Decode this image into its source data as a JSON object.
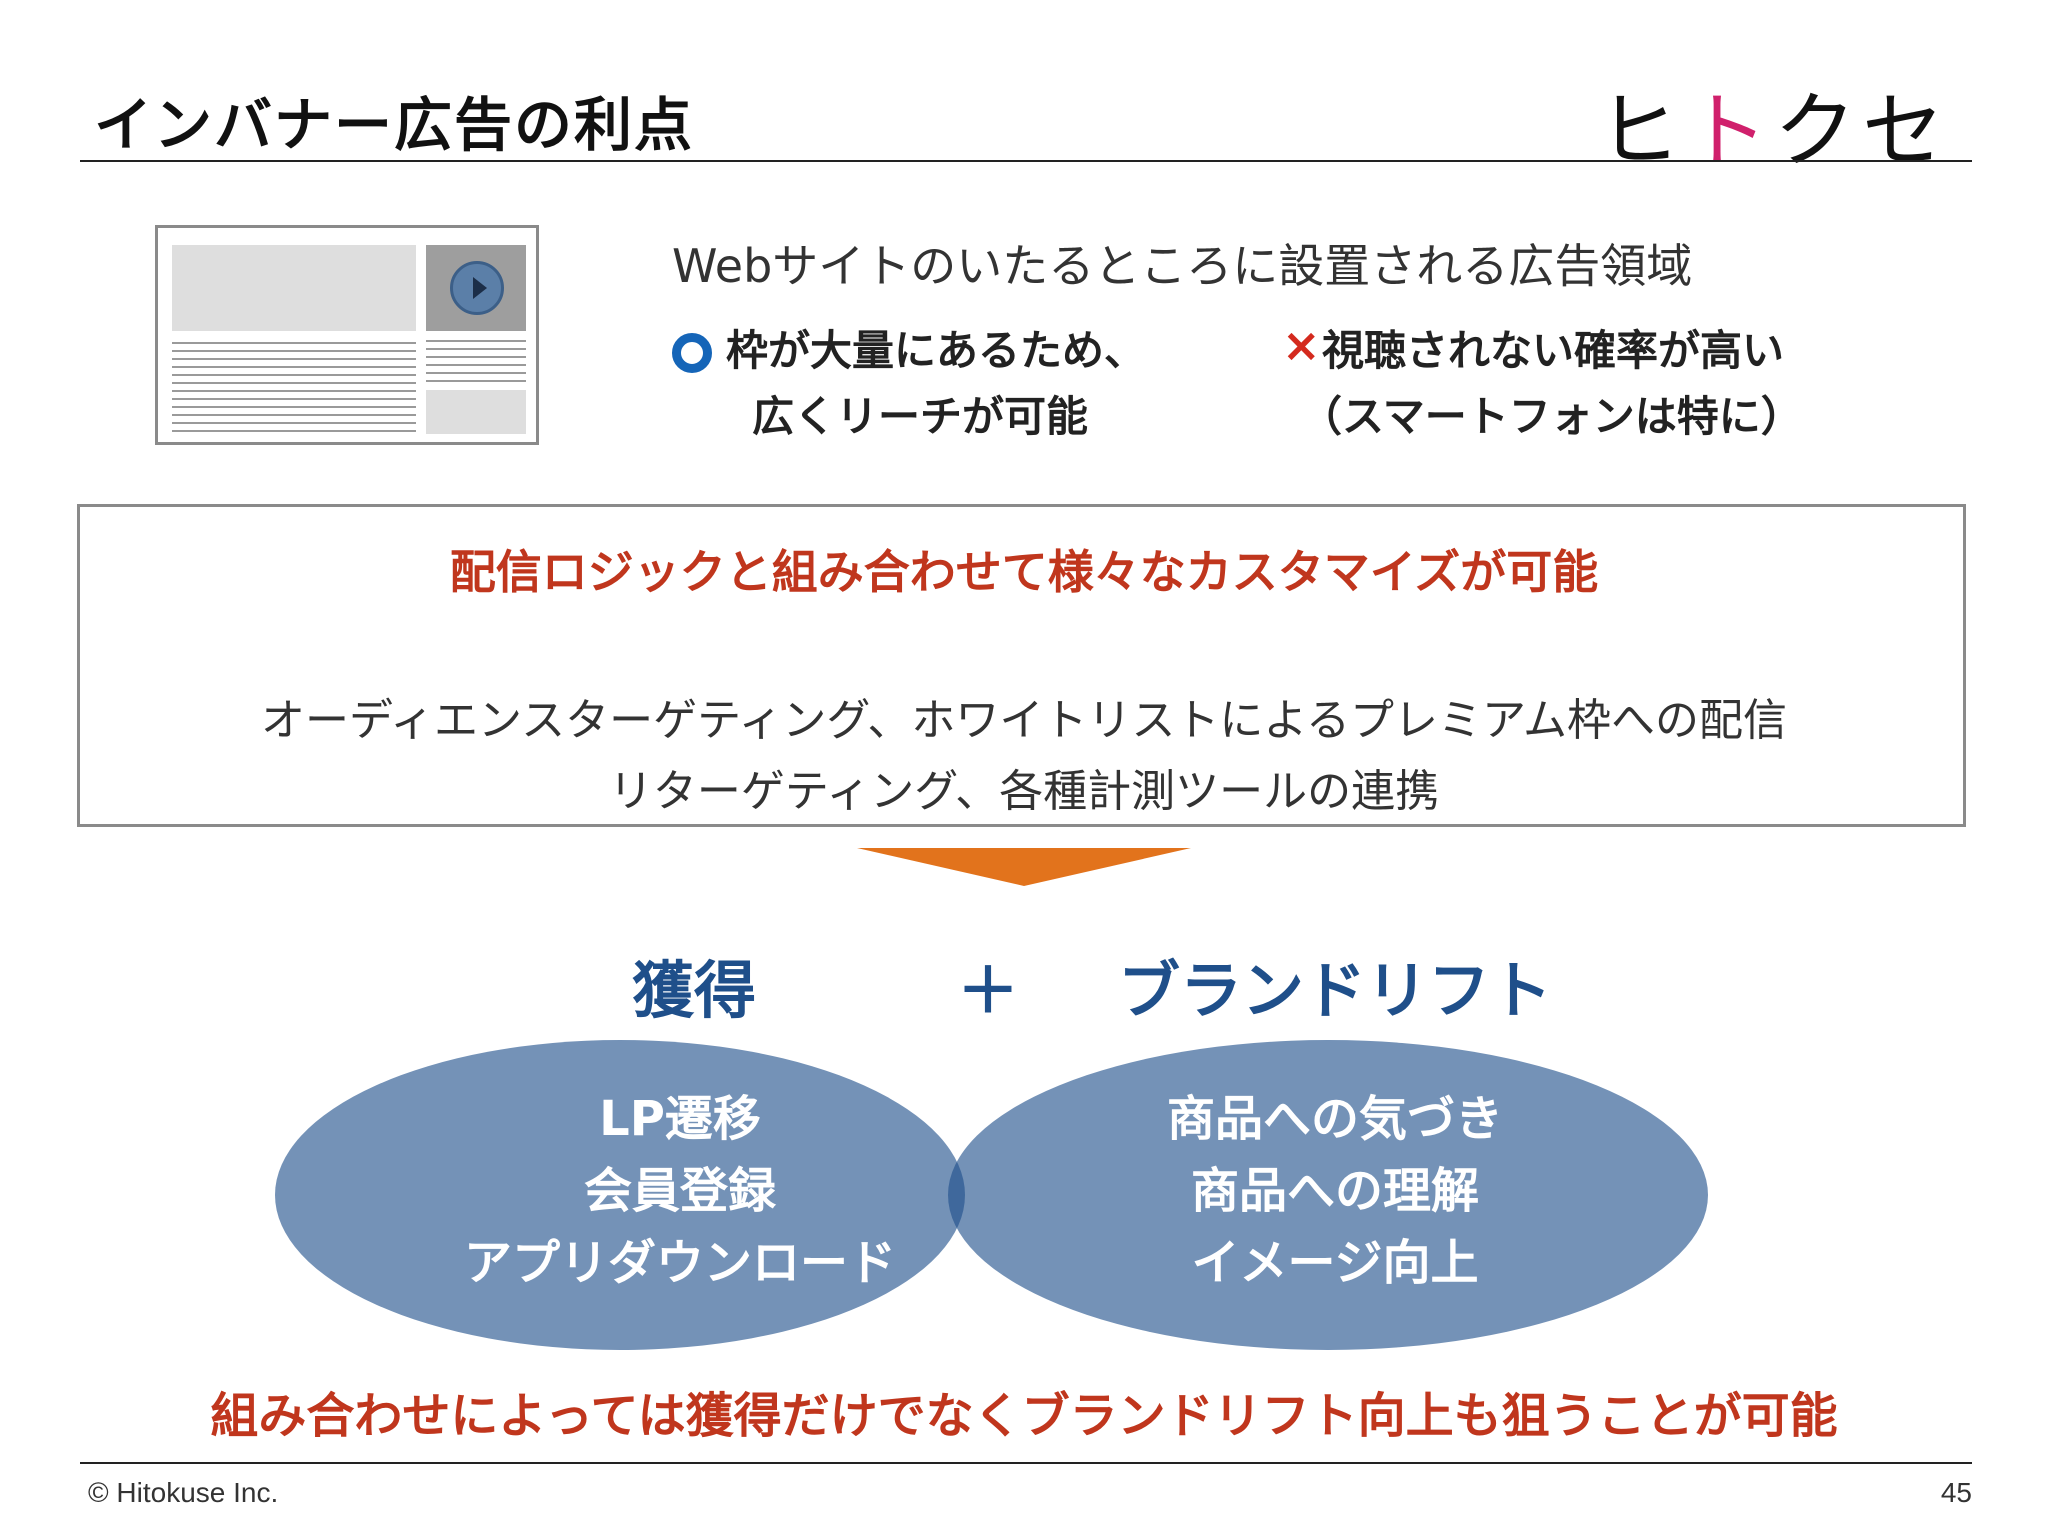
{
  "header": {
    "title": "インバナー広告の利点",
    "brand_prefix": "ヒ",
    "brand_accent": "ト",
    "brand_suffix": "クセ"
  },
  "intro": {
    "description": "Webサイトのいたるところに設置される広告領域",
    "pro": {
      "line1": "枠が大量にあるため、",
      "line2": "広くリーチが可能"
    },
    "con": {
      "mark": "×",
      "line1": "視聴されない確率が高い",
      "line2": "（スマートフォンは特に）"
    }
  },
  "logic": {
    "heading": "配信ロジックと組み合わせて様々なカスタマイズが可能",
    "line1": "オーディエンスターゲティング、ホワイトリストによるプレミアム枠への配信",
    "line2": "リターゲティング、各種計測ツールの連携"
  },
  "venn": {
    "left_title": "獲得",
    "plus": "＋",
    "right_title": "ブランドリフト",
    "left_items": [
      "LP遷移",
      "会員登録",
      "アプリダウンロード"
    ],
    "right_items": [
      "商品への気づき",
      "商品への理解",
      "イメージ向上"
    ]
  },
  "conclusion": "組み合わせによっては獲得だけでなくブランドリフト向上も狙うことが可能",
  "footer": {
    "copyright": "© Hitokuse Inc.",
    "page_number": "45"
  },
  "colors": {
    "accent_red": "#c0361d",
    "brand_pink": "#d0206c",
    "venn_blue": "#1f4f8a",
    "arrow_orange": "#e2731c",
    "pro_blue": "#1565b8"
  }
}
